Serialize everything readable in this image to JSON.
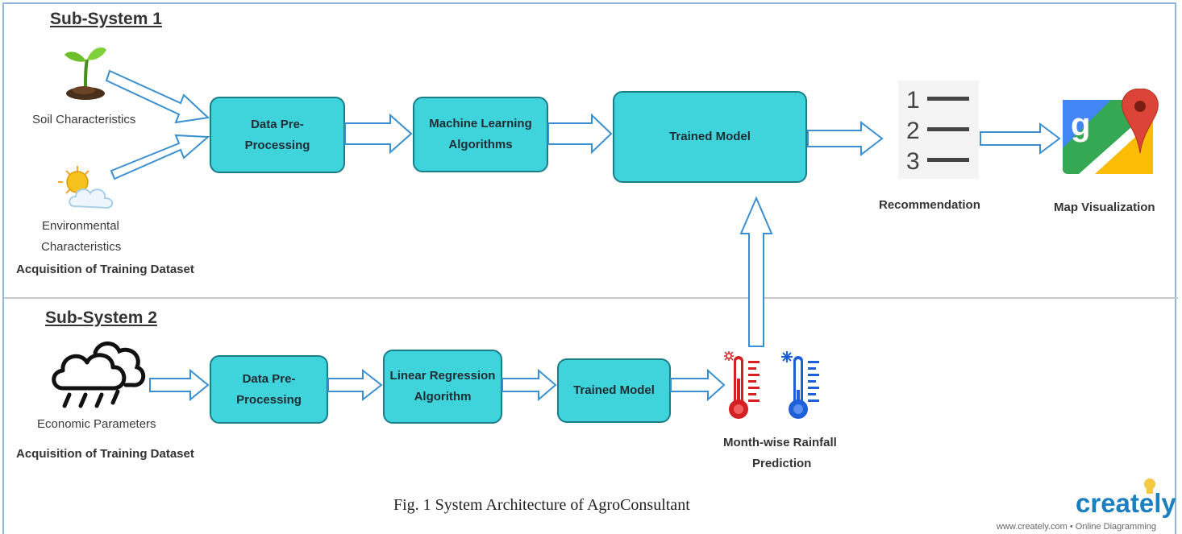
{
  "subsystem1": {
    "title": "Sub-System 1",
    "soil_label": "Soil Characteristics",
    "env_label_1": "Environmental",
    "env_label_2": "Characteristics",
    "acquisition_label": "Acquisition of Training Dataset",
    "box_preprocess": "Data Pre-\nProcessing",
    "box_ml": "Machine Learning\nAlgorithms",
    "box_trained": "Trained Model",
    "recommendation_label": "Recommendation",
    "map_label": "Map Visualization",
    "list_numbers": [
      "1",
      "2",
      "3"
    ],
    "map_logo_letter": "g"
  },
  "subsystem2": {
    "title": "Sub-System 2",
    "economic_label": "Economic Parameters",
    "acquisition_label": "Acquisition of Training Dataset",
    "box_preprocess": "Data Pre-\nProcessing",
    "box_regression": "Linear Regression\nAlgorithm",
    "box_trained": "Trained  Model",
    "rainfall_label_1": "Month-wise Rainfall",
    "rainfall_label_2": "Prediction"
  },
  "caption": "Fig. 1 System Architecture of AgroConsultant",
  "watermark": {
    "brand": "creately",
    "tagline": "www.creately.com • Online Diagramming"
  },
  "colors": {
    "box_fill": "#3fd3dc",
    "box_border": "#1c7d87",
    "arrow_stroke": "#3a8fd0",
    "frame": "#8fb7dd",
    "hot": "#d42020",
    "cold": "#1f5fd8"
  }
}
